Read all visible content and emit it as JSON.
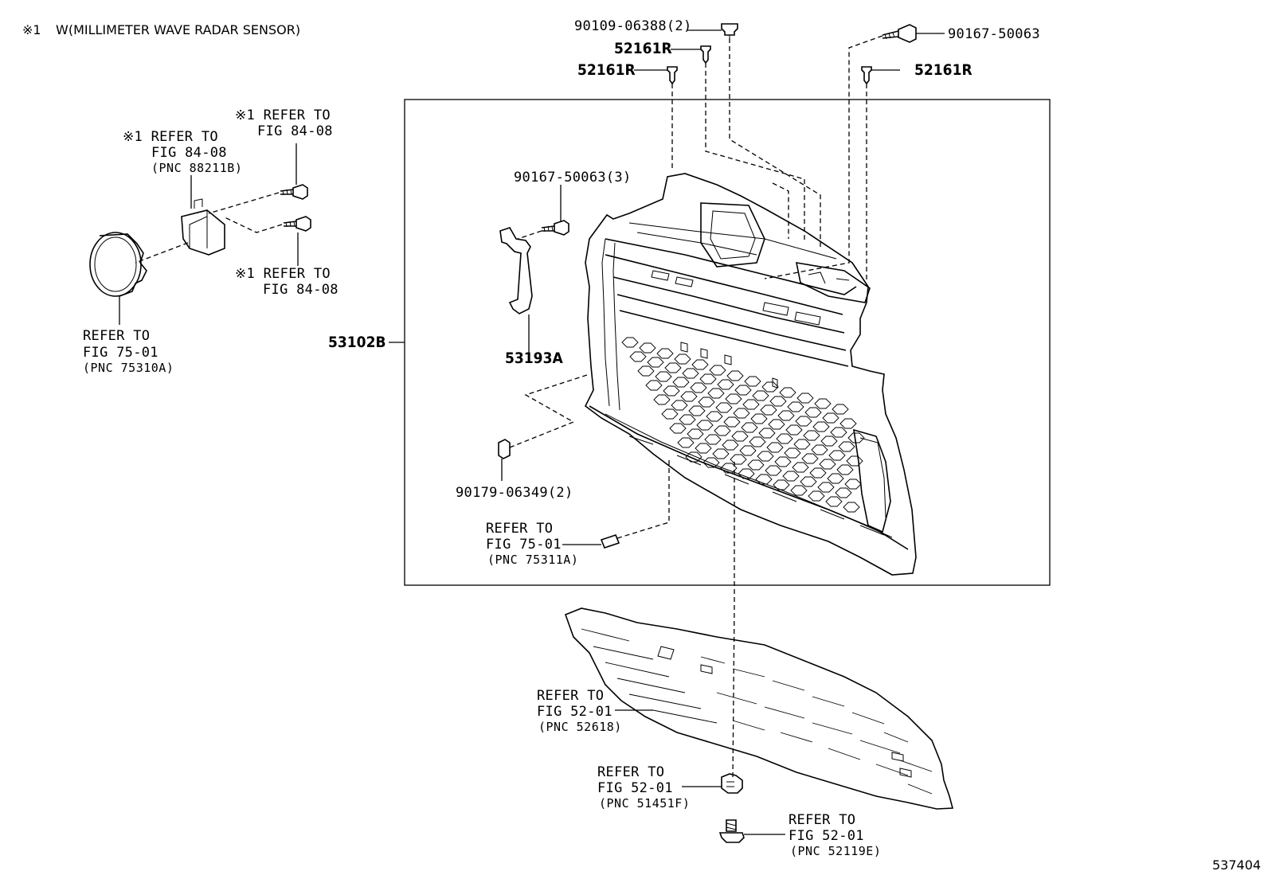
{
  "note": {
    "mark": "※1",
    "text": "W(MILLIMETER WAVE RADAR SENSOR)"
  },
  "doc_number": "537404",
  "callouts": {
    "c1": {
      "part": "90109-06388(2)"
    },
    "c2": {
      "part": "52161R"
    },
    "c3": {
      "part": "52161R"
    },
    "c4": {
      "part": "90167-50063"
    },
    "c5": {
      "part": "52161R"
    },
    "c6": {
      "part": "90167-50063(3)"
    },
    "c7": {
      "part": "53193A"
    },
    "c8": {
      "part": "53102B"
    },
    "c9": {
      "part": "90179-06349(2)"
    },
    "r1": {
      "line1": "※1 REFER TO",
      "line2": "FIG 84-08"
    },
    "r2": {
      "line1": "※1 REFER TO",
      "line2": "FIG 84-08",
      "line3": "(PNC 88211B)"
    },
    "r3": {
      "line1": "※1 REFER TO",
      "line2": "FIG 84-08"
    },
    "r4": {
      "line1": "REFER TO",
      "line2": "FIG 75-01",
      "line3": "(PNC 75310A)"
    },
    "r5": {
      "line1": "REFER TO",
      "line2": "FIG 75-01",
      "line3": "(PNC 75311A)"
    },
    "r6": {
      "line1": "REFER TO",
      "line2": "FIG 52-01",
      "line3": "(PNC 52618)"
    },
    "r7": {
      "line1": "REFER TO",
      "line2": "FIG 52-01",
      "line3": "(PNC 51451F)"
    },
    "r8": {
      "line1": "REFER TO",
      "line2": "FIG 52-01",
      "line3": "(PNC 52119E)"
    }
  }
}
